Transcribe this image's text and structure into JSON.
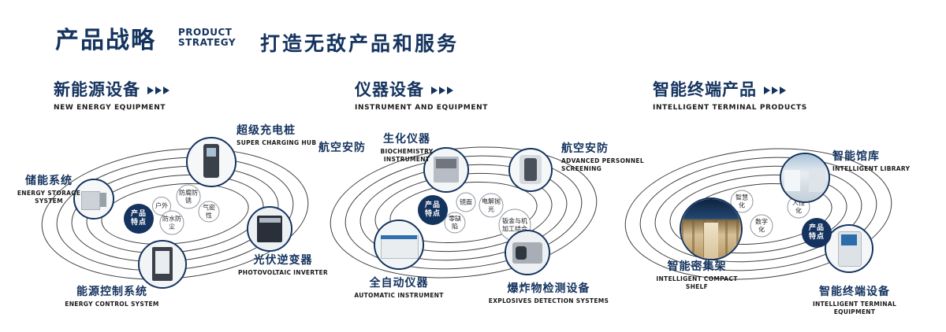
{
  "header": {
    "title_cn": "产品战略",
    "title_en_line1": "PRODUCT",
    "title_en_line2": "STRATEGY",
    "slogan": "打造无敌产品和服务"
  },
  "sections": [
    {
      "title_cn": "新能源设备",
      "title_en": "NEW ENERGY EQUIPMENT",
      "core_line1": "产品",
      "core_line2": "特点",
      "features": [
        "户外",
        "防腐防锈",
        "气密性",
        "防水防尘"
      ],
      "items": [
        {
          "cn": "储能系统",
          "en": "ENERGY STORAGE SYSTEM"
        },
        {
          "cn": "超级充电桩",
          "en": "SUPER CHARGING HUB"
        },
        {
          "cn": "光伏逆变器",
          "en": "PHOTOVOLTAIC INVERTER"
        },
        {
          "cn": "能源控制系统",
          "en": "ENERGY CONTROL SYSTEM"
        }
      ]
    },
    {
      "title_cn": "仪器设备",
      "title_en": "INSTRUMENT AND EQUIPMENT",
      "core_line1": "产品",
      "core_line2": "特点",
      "side_label": "航空安防",
      "features": [
        "镜面",
        "电解抛光",
        "零缺陷",
        "钣金与机加工结合"
      ],
      "items": [
        {
          "cn": "生化仪器",
          "en": "BIOCHEMISTRY INSTRUMENT"
        },
        {
          "cn": "航空安防",
          "en": "ADVANCED PERSONNEL SCREENING"
        },
        {
          "cn": "全自动仪器",
          "en": "AUTOMATIC INSTRUMENT"
        },
        {
          "cn": "爆炸物检测设备",
          "en": "EXPLOSIVES DETECTION SYSTEMS"
        }
      ]
    },
    {
      "title_cn": "智能终端产品",
      "title_en": "INTELLIGENT TERMINAL PRODUCTS",
      "core_line1": "产品",
      "core_line2": "特点",
      "features": [
        "智慧化",
        "人性化",
        "数字化"
      ],
      "items": [
        {
          "cn": "智能馆库",
          "en": "INTELLIGENT LIBRARY"
        },
        {
          "cn": "智能密集架",
          "en": "INTELLIGENT COMPACT SHELF"
        },
        {
          "cn": "智能终端设备",
          "en": "INTELLIGENT TERMINAL EQUIPMENT"
        }
      ]
    }
  ]
}
